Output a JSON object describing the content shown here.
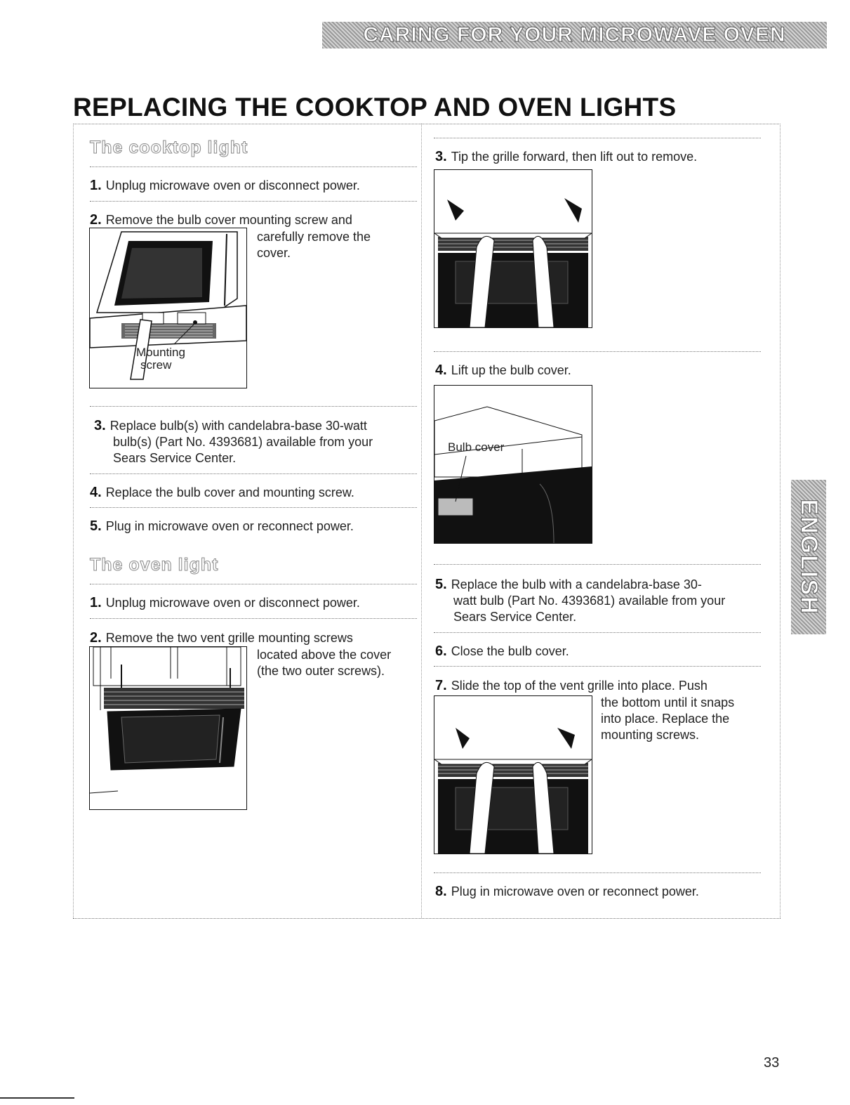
{
  "banner": {
    "text": "CARING FOR YOUR MICROWAVE OVEN"
  },
  "title": "REPLACING THE COOKTOP AND OVEN LIGHTS",
  "side_tab": {
    "text": "ENGLISH"
  },
  "page_number": "33",
  "left": {
    "cooktop": {
      "heading": "The cooktop light",
      "steps": [
        {
          "num": "1.",
          "text": "Unplug microwave oven or disconnect power."
        },
        {
          "num": "2.",
          "text_a": "Remove the bulb cover mounting screw and",
          "text_b": "carefully remove the",
          "text_c": "cover."
        },
        {
          "num": "3.",
          "line1": "Replace bulb(s) with candelabra-base 30-watt",
          "line2": "bulb(s) (Part No. 4393681) available from your",
          "line3": "Sears Service Center."
        },
        {
          "num": "4.",
          "text": "Replace the bulb cover and mounting screw."
        },
        {
          "num": "5.",
          "text": "Plug in microwave oven or reconnect power."
        }
      ],
      "figure_label_1": "Mounting",
      "figure_label_2": "screw"
    },
    "oven": {
      "heading": "The oven light",
      "steps": [
        {
          "num": "1.",
          "text": "Unplug microwave oven or disconnect power."
        },
        {
          "num": "2.",
          "text_a": "Remove the two vent grille mounting screws",
          "text_b": "located above the cover",
          "text_c": "(the two outer screws)."
        }
      ]
    }
  },
  "right": {
    "steps": [
      {
        "num": "3.",
        "text": "Tip the grille forward, then lift out to remove."
      },
      {
        "num": "4.",
        "text": "Lift up the bulb cover."
      },
      {
        "num": "5.",
        "line1": "Replace the bulb with a candelabra-base 30-",
        "line2": "watt bulb (Part No. 4393681) available from your",
        "line3": "Sears Service Center."
      },
      {
        "num": "6.",
        "text": "Close the bulb cover."
      },
      {
        "num": "7.",
        "text_a": "Slide the top of the vent grille into place. Push",
        "text_b": "the bottom until it snaps",
        "text_c": "into place. Replace the",
        "text_d": "mounting screws."
      },
      {
        "num": "8.",
        "text": "Plug in microwave oven or reconnect power."
      }
    ],
    "figure_label": "Bulb cover"
  }
}
